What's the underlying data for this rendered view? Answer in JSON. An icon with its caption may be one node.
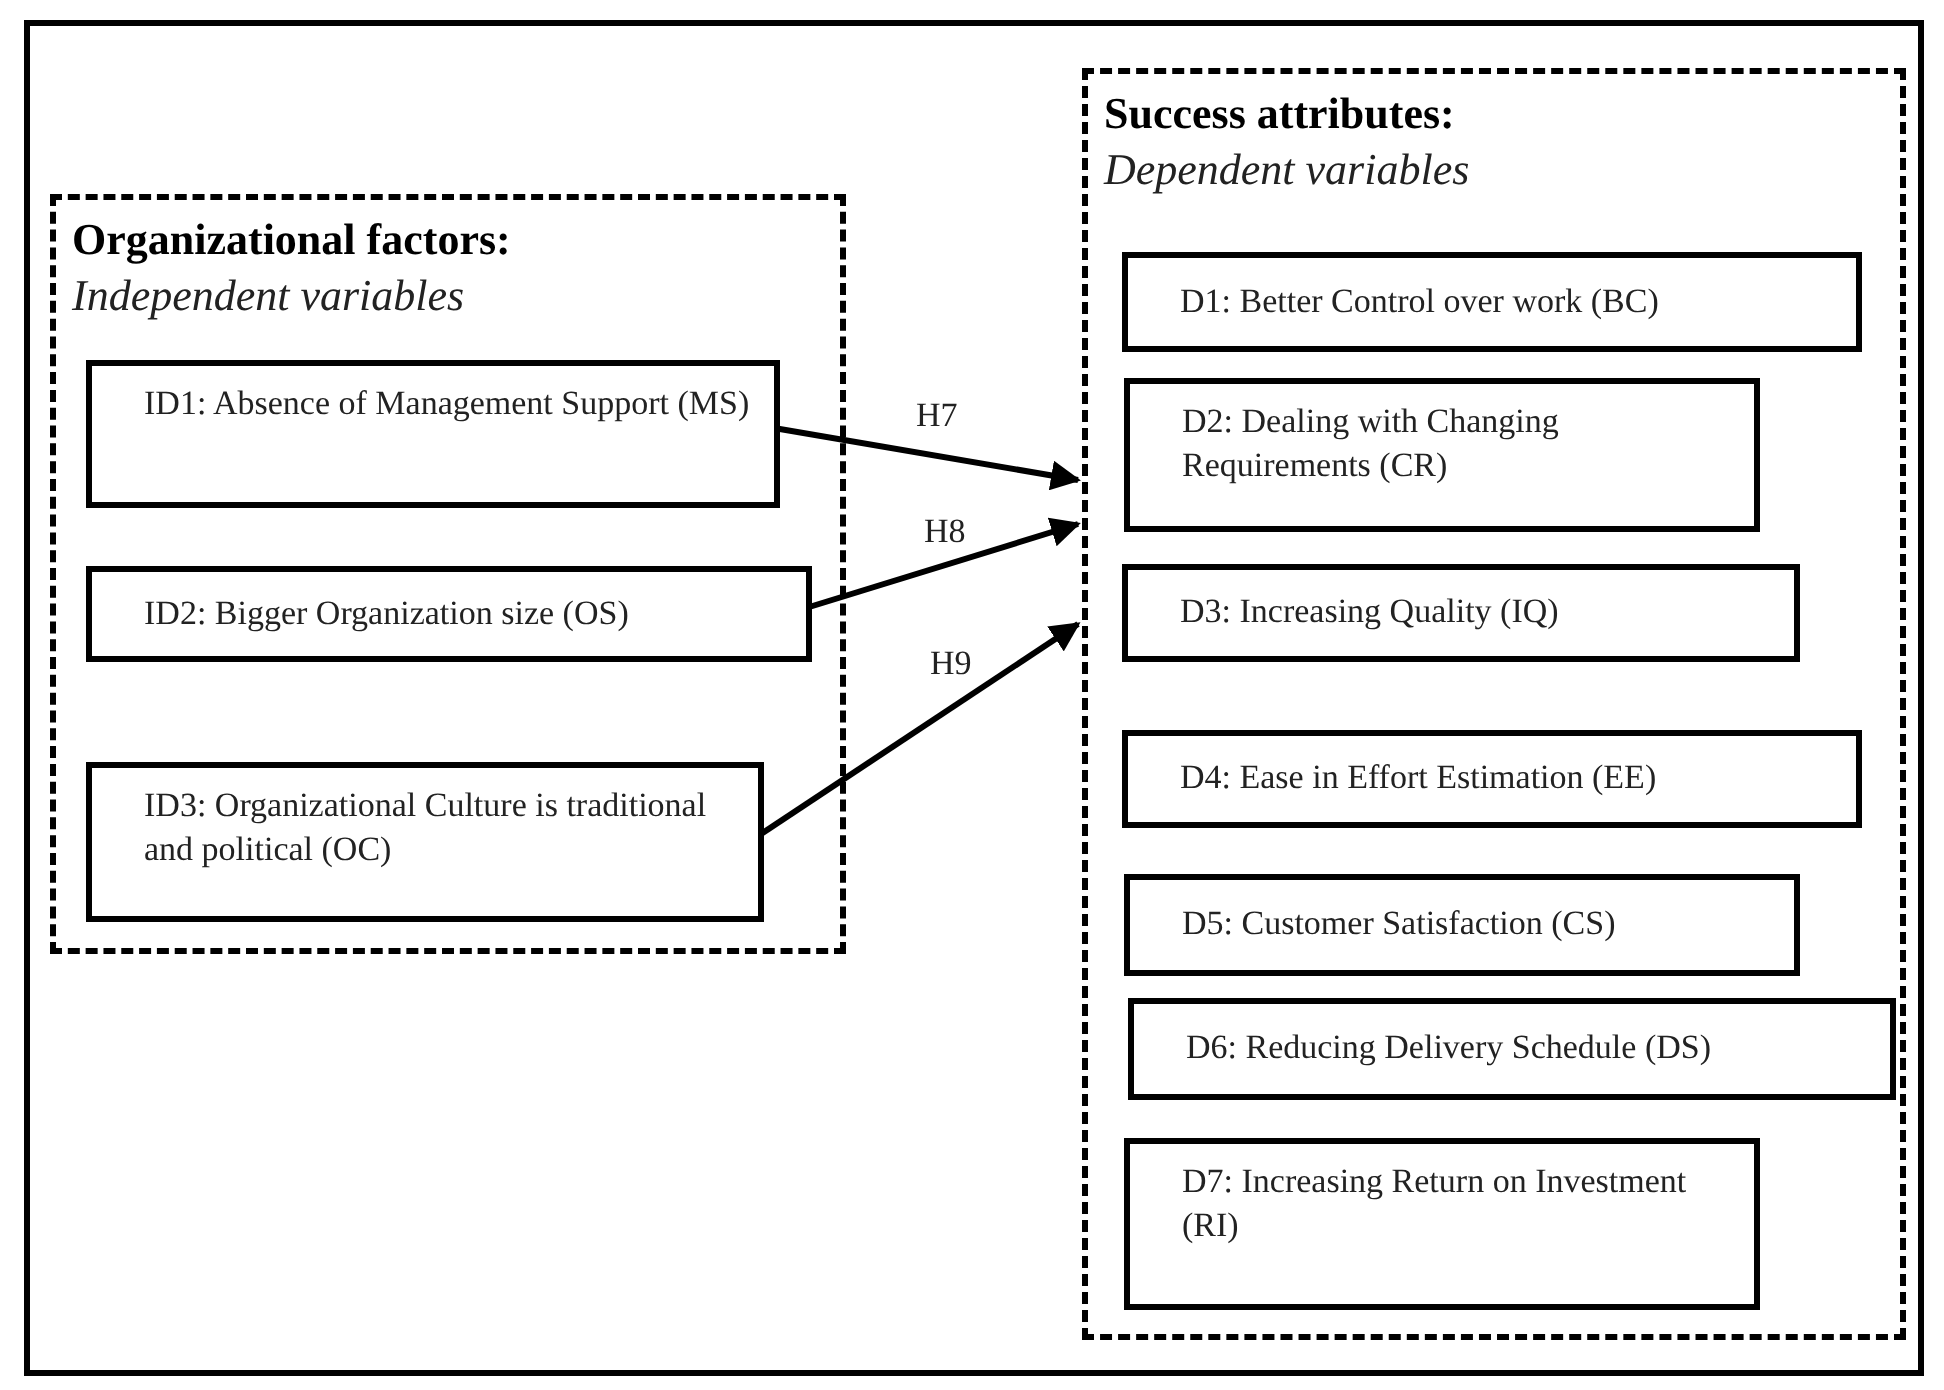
{
  "diagram": {
    "nodes": [
      {
        "text": [
          "Organizational factors:",
          "Independent variables"
        ]
      },
      {
        "text": [
          "ID1: Absence of Management Support (MS)"
        ],
        "in": 0
      },
      {
        "text": [
          "ID2: Bigger Organization size (OS)"
        ],
        "in": 0
      },
      {
        "text": [
          "ID3: Organizational Culture is traditional and political (OC)"
        ],
        "in": 0
      },
      {
        "text": [
          "Success attributes:",
          "Dependent variables"
        ]
      },
      {
        "text": [
          "D1: Better Control over work (BC)"
        ],
        "in": 4
      },
      {
        "text": [
          "D2: Dealing with Changing Requirements (CR)"
        ],
        "in": 4
      },
      {
        "text": [
          "D3: Increasing Quality (IQ)"
        ],
        "in": 4
      },
      {
        "text": [
          "D4: Ease in Effort Estimation (EE)"
        ],
        "in": 4
      },
      {
        "text": [
          "D5: Customer Satisfaction (CS)"
        ],
        "in": 4
      },
      {
        "text": [
          "D6: Reducing Delivery Schedule (DS)"
        ],
        "in": 4
      },
      {
        "text": [
          "D7: Increasing Return on Investment (RI)"
        ],
        "in": 4
      }
    ],
    "edges": [
      {
        "from": 1,
        "to": 4,
        "arrow": "to",
        "label": "H7"
      },
      {
        "from": 2,
        "to": 4,
        "arrow": "to",
        "label": "H8"
      },
      {
        "from": 3,
        "to": 4,
        "arrow": "to",
        "label": "H9"
      }
    ]
  }
}
